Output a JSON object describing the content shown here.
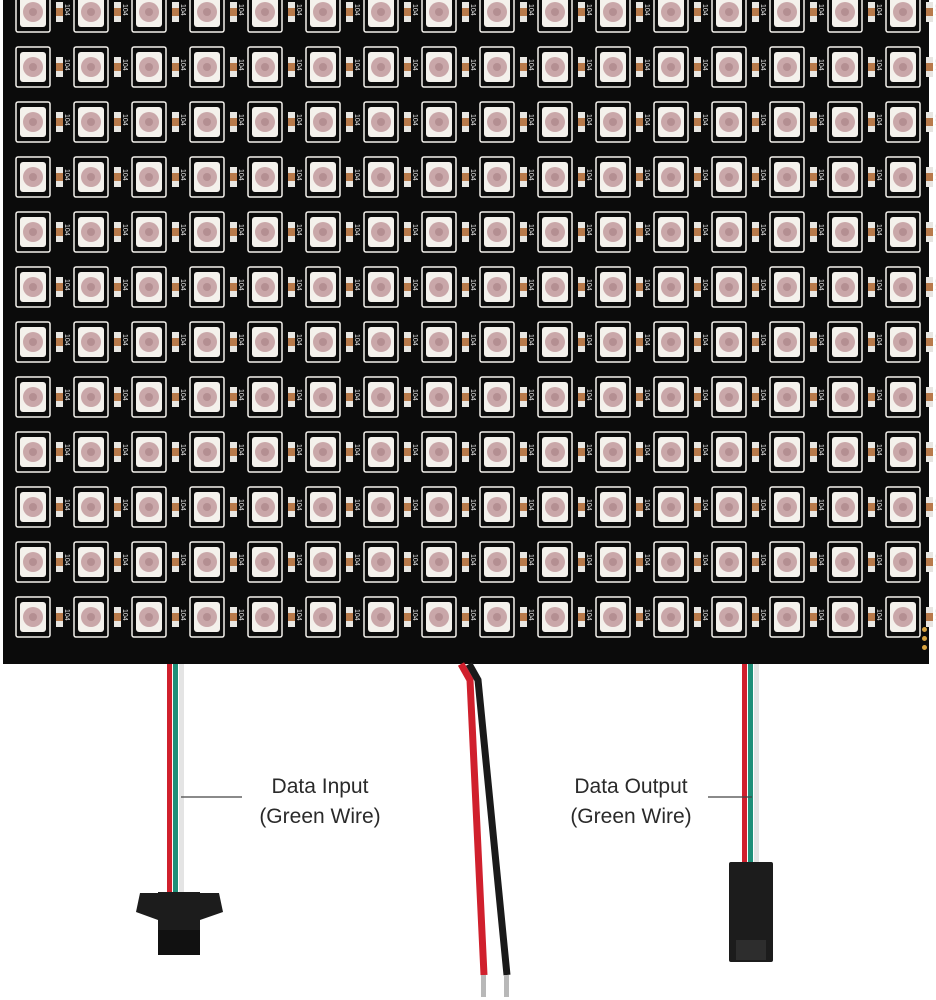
{
  "panel": {
    "led_rows": 12,
    "led_cols": 16,
    "resistor_label": "104",
    "colors": {
      "pcb": "#0b0b0b",
      "led_body": "#f4f1ec",
      "led_lens": "#c9a7a9",
      "resistor_end": "#e8e6e2",
      "resistor_mid": "#b87a4b",
      "solder_pad": "#d9a441"
    }
  },
  "wires": {
    "colors": {
      "red": "#d0202d",
      "green": "#1f8f78",
      "white": "#f2f2f2",
      "black": "#1a1a1a",
      "connector": "#1c1c1c"
    }
  },
  "callouts": {
    "input_line1": "Data Input",
    "input_line2": "(Green Wire)",
    "output_line1": "Data Output",
    "output_line2": "(Green Wire)"
  }
}
